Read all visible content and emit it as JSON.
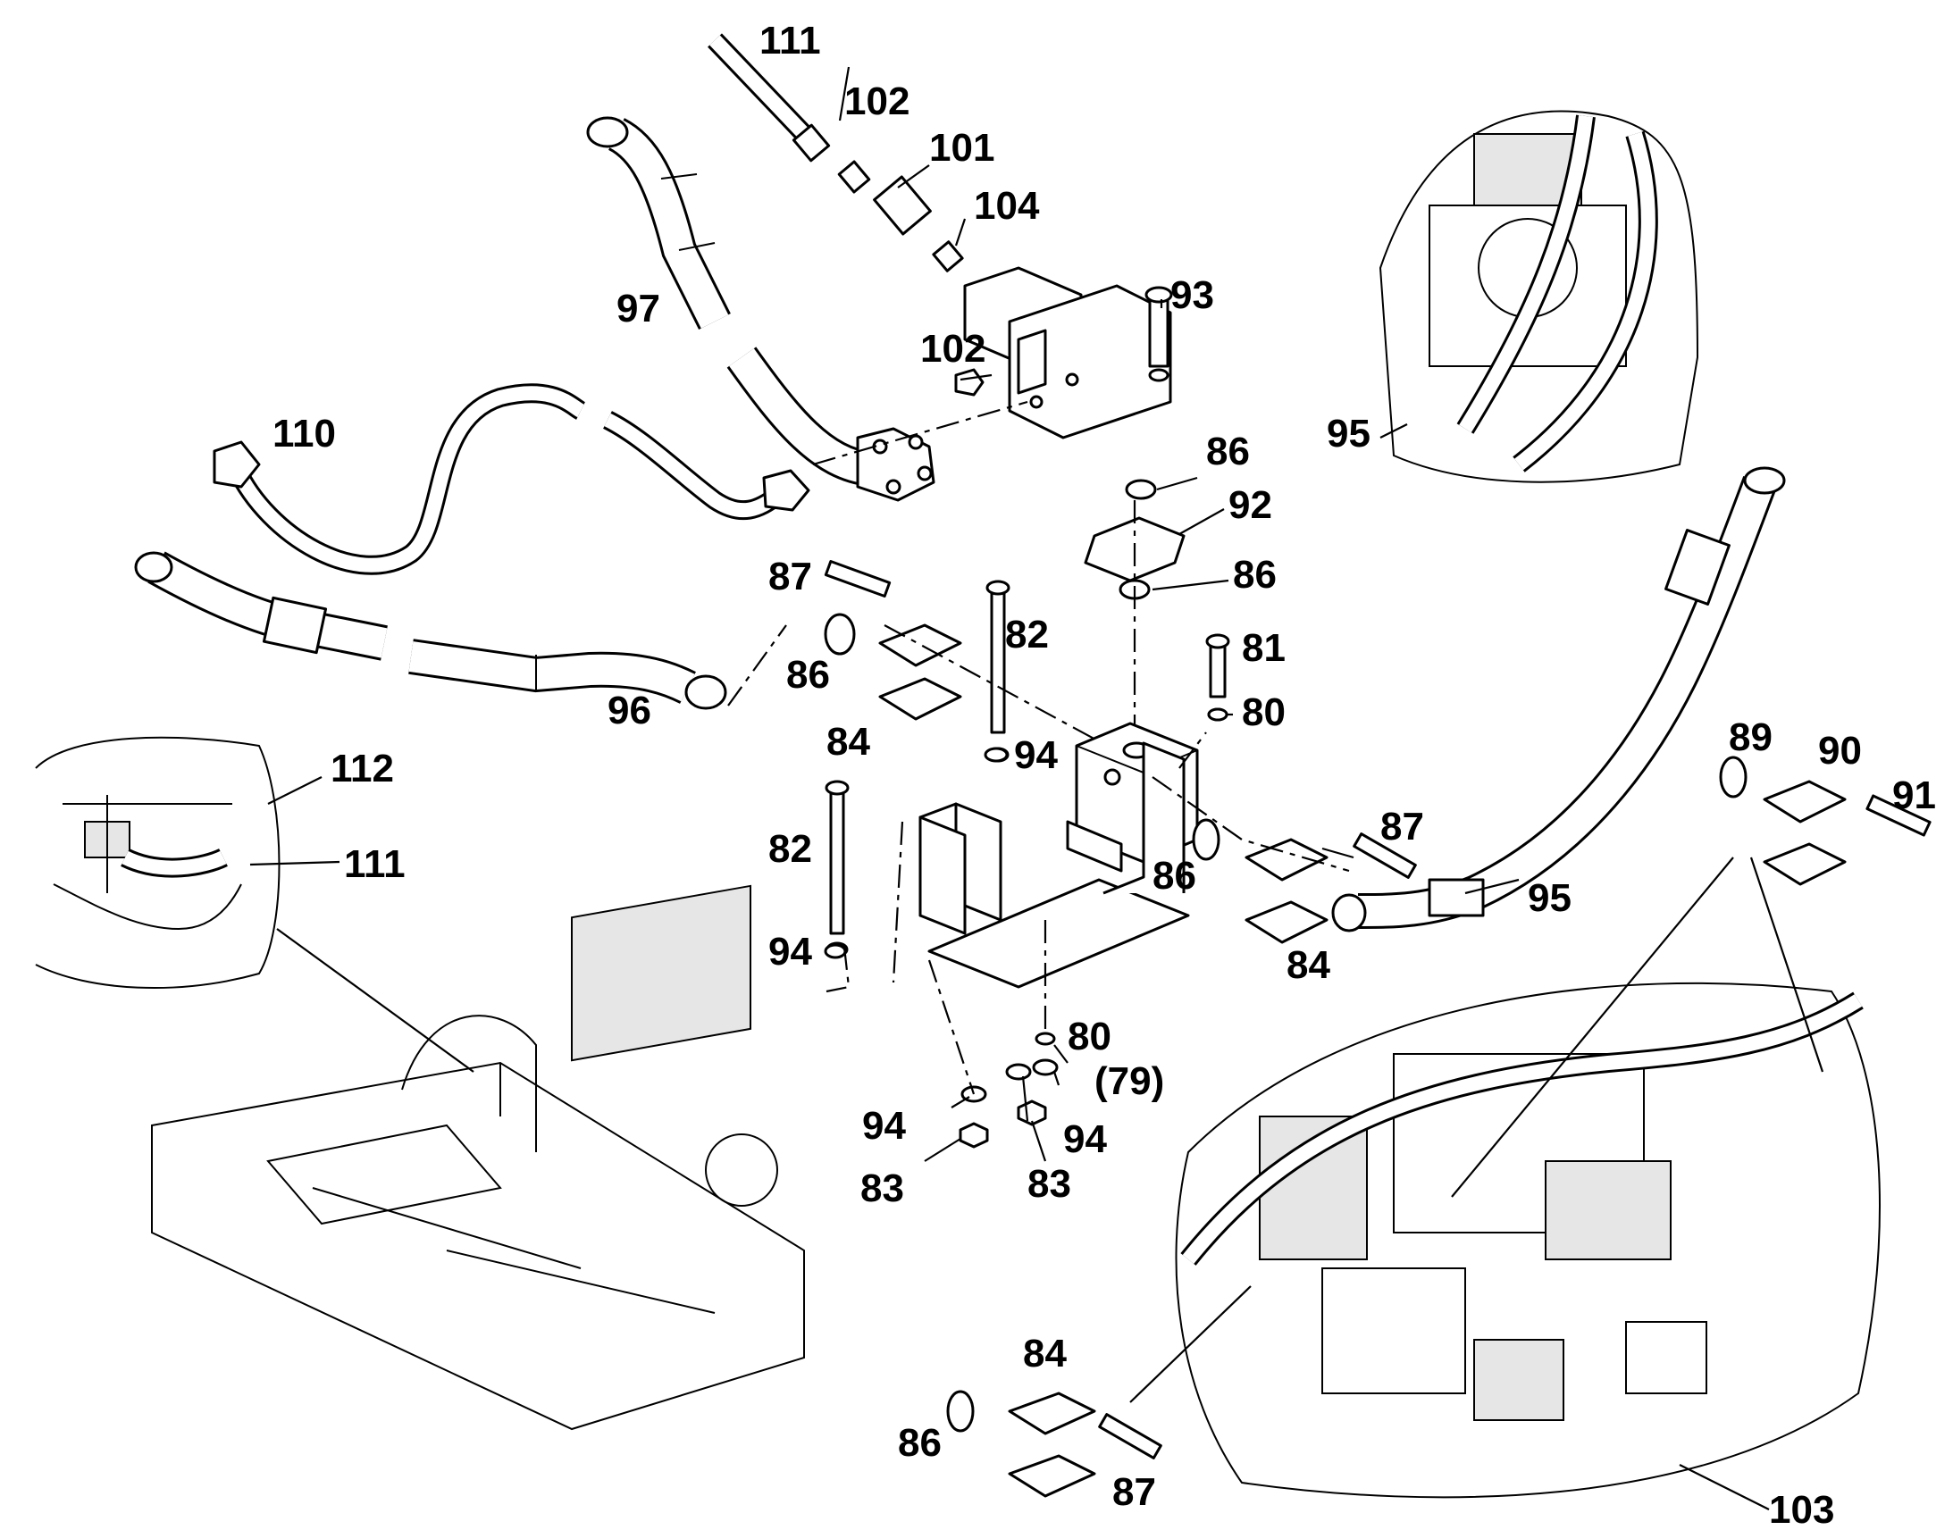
{
  "diagram": {
    "callouts": [
      {
        "id": "c111a",
        "text": "111"
      },
      {
        "id": "c102a",
        "text": "102"
      },
      {
        "id": "c101",
        "text": "101"
      },
      {
        "id": "c104",
        "text": "104"
      },
      {
        "id": "c97",
        "text": "97"
      },
      {
        "id": "c93",
        "text": "93"
      },
      {
        "id": "c102b",
        "text": "102"
      },
      {
        "id": "c110",
        "text": "110"
      },
      {
        "id": "c95a",
        "text": "95"
      },
      {
        "id": "c86a",
        "text": "86"
      },
      {
        "id": "c92",
        "text": "92"
      },
      {
        "id": "c87a",
        "text": "87"
      },
      {
        "id": "c86b",
        "text": "86"
      },
      {
        "id": "c82a",
        "text": "82"
      },
      {
        "id": "c81",
        "text": "81"
      },
      {
        "id": "c86c",
        "text": "86"
      },
      {
        "id": "c96",
        "text": "96"
      },
      {
        "id": "c80a",
        "text": "80"
      },
      {
        "id": "c84a",
        "text": "84"
      },
      {
        "id": "c94a",
        "text": "94"
      },
      {
        "id": "c112",
        "text": "112"
      },
      {
        "id": "c89",
        "text": "89"
      },
      {
        "id": "c90",
        "text": "90"
      },
      {
        "id": "c91",
        "text": "91"
      },
      {
        "id": "c111b",
        "text": "111"
      },
      {
        "id": "c82b",
        "text": "82"
      },
      {
        "id": "c87b",
        "text": "87"
      },
      {
        "id": "c86d",
        "text": "86"
      },
      {
        "id": "c95b",
        "text": "95"
      },
      {
        "id": "c94b",
        "text": "94"
      },
      {
        "id": "c84b",
        "text": "84"
      },
      {
        "id": "c80b",
        "text": "80"
      },
      {
        "id": "c79",
        "text": "(79)"
      },
      {
        "id": "c94c",
        "text": "94"
      },
      {
        "id": "c94d",
        "text": "94"
      },
      {
        "id": "c83a",
        "text": "83"
      },
      {
        "id": "c83b",
        "text": "83"
      },
      {
        "id": "c84c",
        "text": "84"
      },
      {
        "id": "c86e",
        "text": "86"
      },
      {
        "id": "c87c",
        "text": "87"
      },
      {
        "id": "c103",
        "text": "103"
      }
    ]
  }
}
